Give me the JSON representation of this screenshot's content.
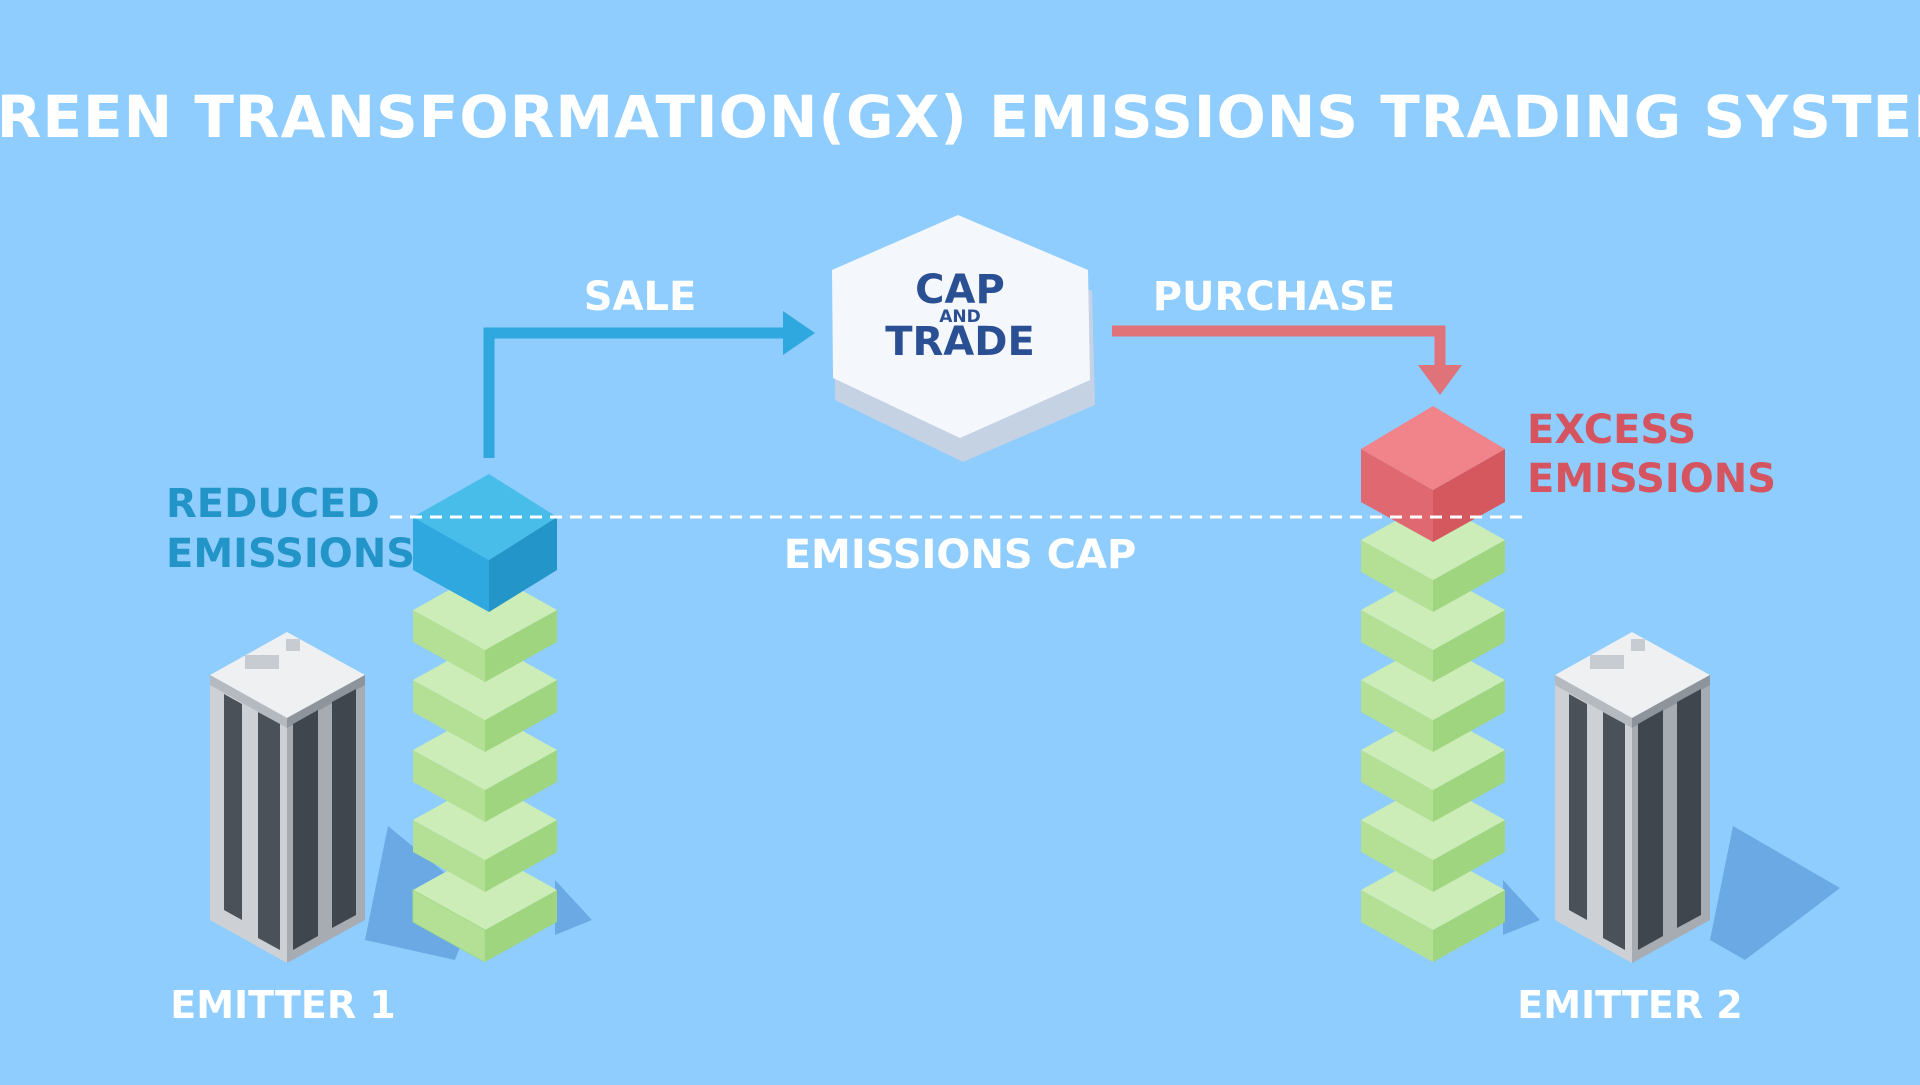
{
  "title": "GREEN TRANSFORMATION(GX) EMISSIONS TRADING SYSTEM",
  "hub": {
    "line1": "CAP",
    "line2": "AND",
    "line3": "TRADE",
    "text_color": "#2b4f93"
  },
  "flows": {
    "sale_label": "SALE",
    "purchase_label": "PURCHASE"
  },
  "cap_line_label": "EMISSIONS CAP",
  "emitter1": {
    "name": "EMITTER 1",
    "label_line1": "REDUCED",
    "label_line2": "EMISSIONS",
    "allowance_blocks": 5,
    "label_color": "#2394c7"
  },
  "emitter2": {
    "name": "EMITTER 2",
    "label_line1": "EXCESS",
    "label_line2": "EMISSIONS",
    "allowance_blocks": 6,
    "label_color": "#d5545f"
  },
  "colors": {
    "background": "#8ecdfd",
    "white_text": "#ffffff",
    "sale_arrow": "#2ea8de",
    "purchase_arrow": "#e0727a",
    "block_green": "#b9e3a0",
    "block_blue": "#2ea8de",
    "block_red": "#ee7a80"
  }
}
